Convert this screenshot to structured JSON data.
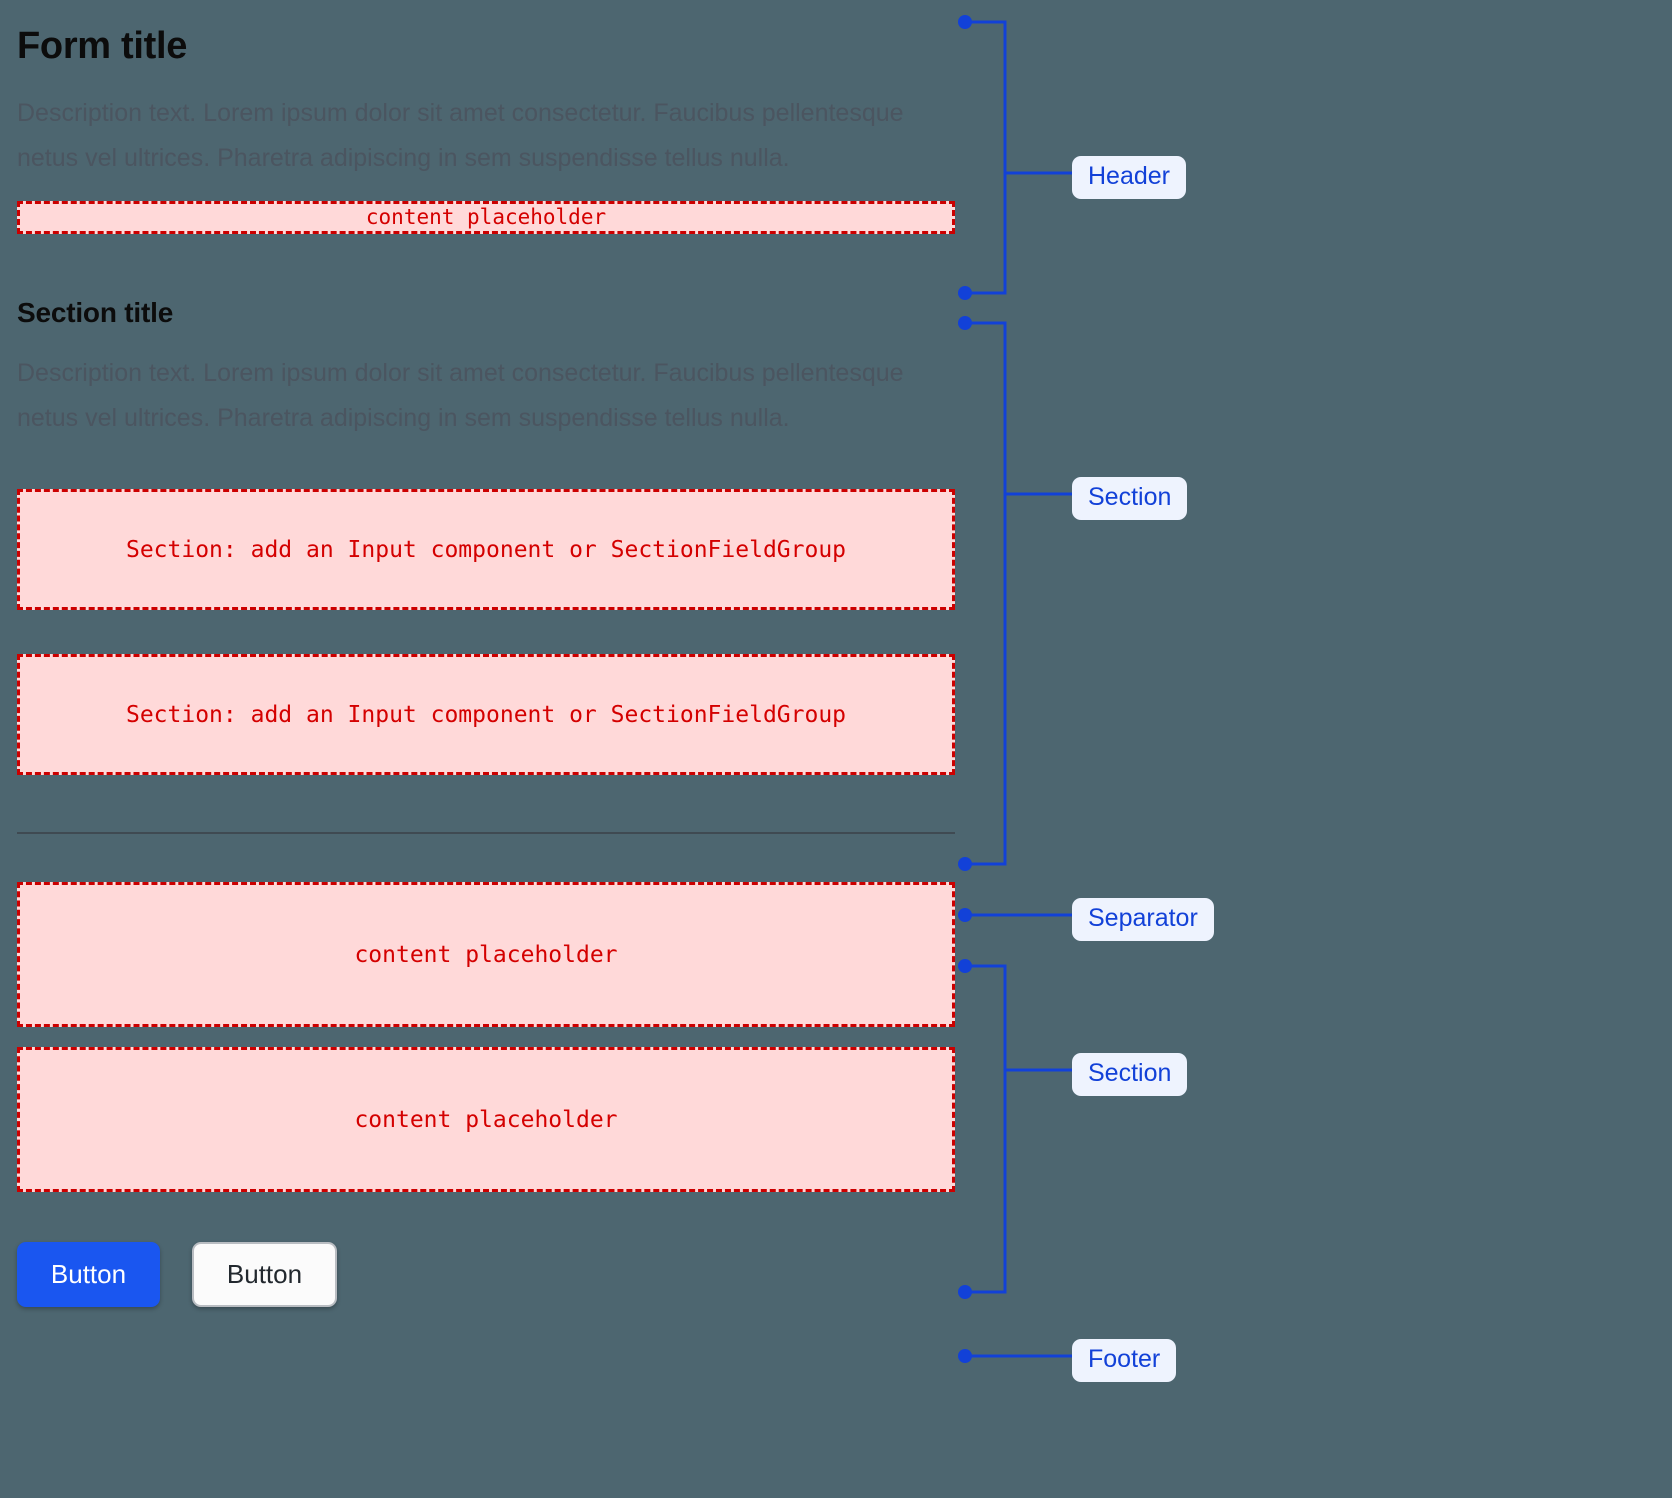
{
  "theme": {
    "page_background": "#4d6670",
    "heading_color": "#0c0c0c",
    "description_color": "#4b5560",
    "placeholder_border": "#cc0000",
    "placeholder_fill": "#ffd9d9",
    "placeholder_text": "#d40000",
    "annotation_blue": "#1241d8",
    "annotation_pill_bg": "#eef3fe",
    "primary_button_bg": "#1a56f0",
    "separator_color": "#3f4a52"
  },
  "header": {
    "title": "Form title",
    "description": "Description text. Lorem ipsum dolor sit amet consectetur. Faucibus pellentesque netus vel ultrices. Pharetra adipiscing in sem suspendisse tellus nulla.",
    "placeholder": "content placeholder"
  },
  "section_one": {
    "title": "Section title",
    "description": "Description text. Lorem ipsum dolor sit amet consectetur. Faucibus pellentesque netus vel ultrices. Pharetra adipiscing in sem suspendisse tellus nulla.",
    "field_placeholder_1": "Section: add an Input component or SectionFieldGroup",
    "field_placeholder_2": "Section: add an Input component or SectionFieldGroup"
  },
  "section_two": {
    "placeholder_1": "content placeholder",
    "placeholder_2": "content placeholder"
  },
  "footer": {
    "primary_button": "Button",
    "secondary_button": "Button"
  },
  "annotations": {
    "header_label": "Header",
    "section_one_label": "Section",
    "separator_label": "Separator",
    "section_two_label": "Section",
    "footer_label": "Footer"
  }
}
